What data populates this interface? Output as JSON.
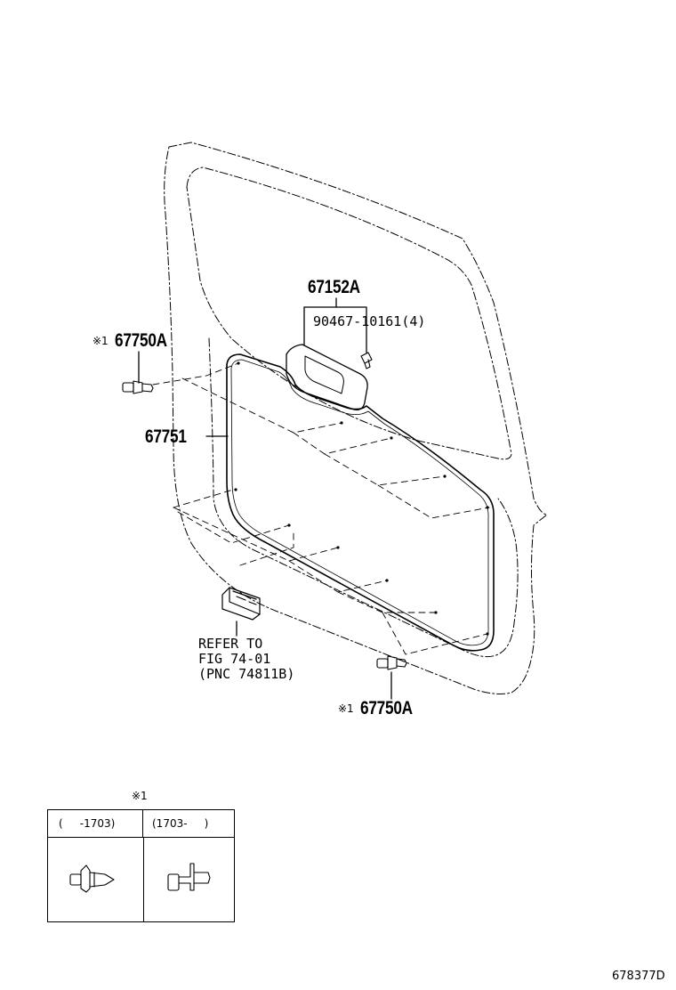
{
  "labels": {
    "part_67152A": "67152A",
    "part_90467": "90467-10161(4)",
    "part_67750A_top": "67750A",
    "part_67750A_bottom": "67750A",
    "note_mark_top": "※1",
    "note_mark_bottom": "※1",
    "part_67751": "67751",
    "refer_line1": "REFER TO",
    "refer_line2": "FIG 74-01",
    "refer_line3": "(PNC 74811B)",
    "legend_mark": "※1",
    "legend_col1": "(     -1703)",
    "legend_col2": "(1703-     )",
    "figure_id": "678377D"
  }
}
